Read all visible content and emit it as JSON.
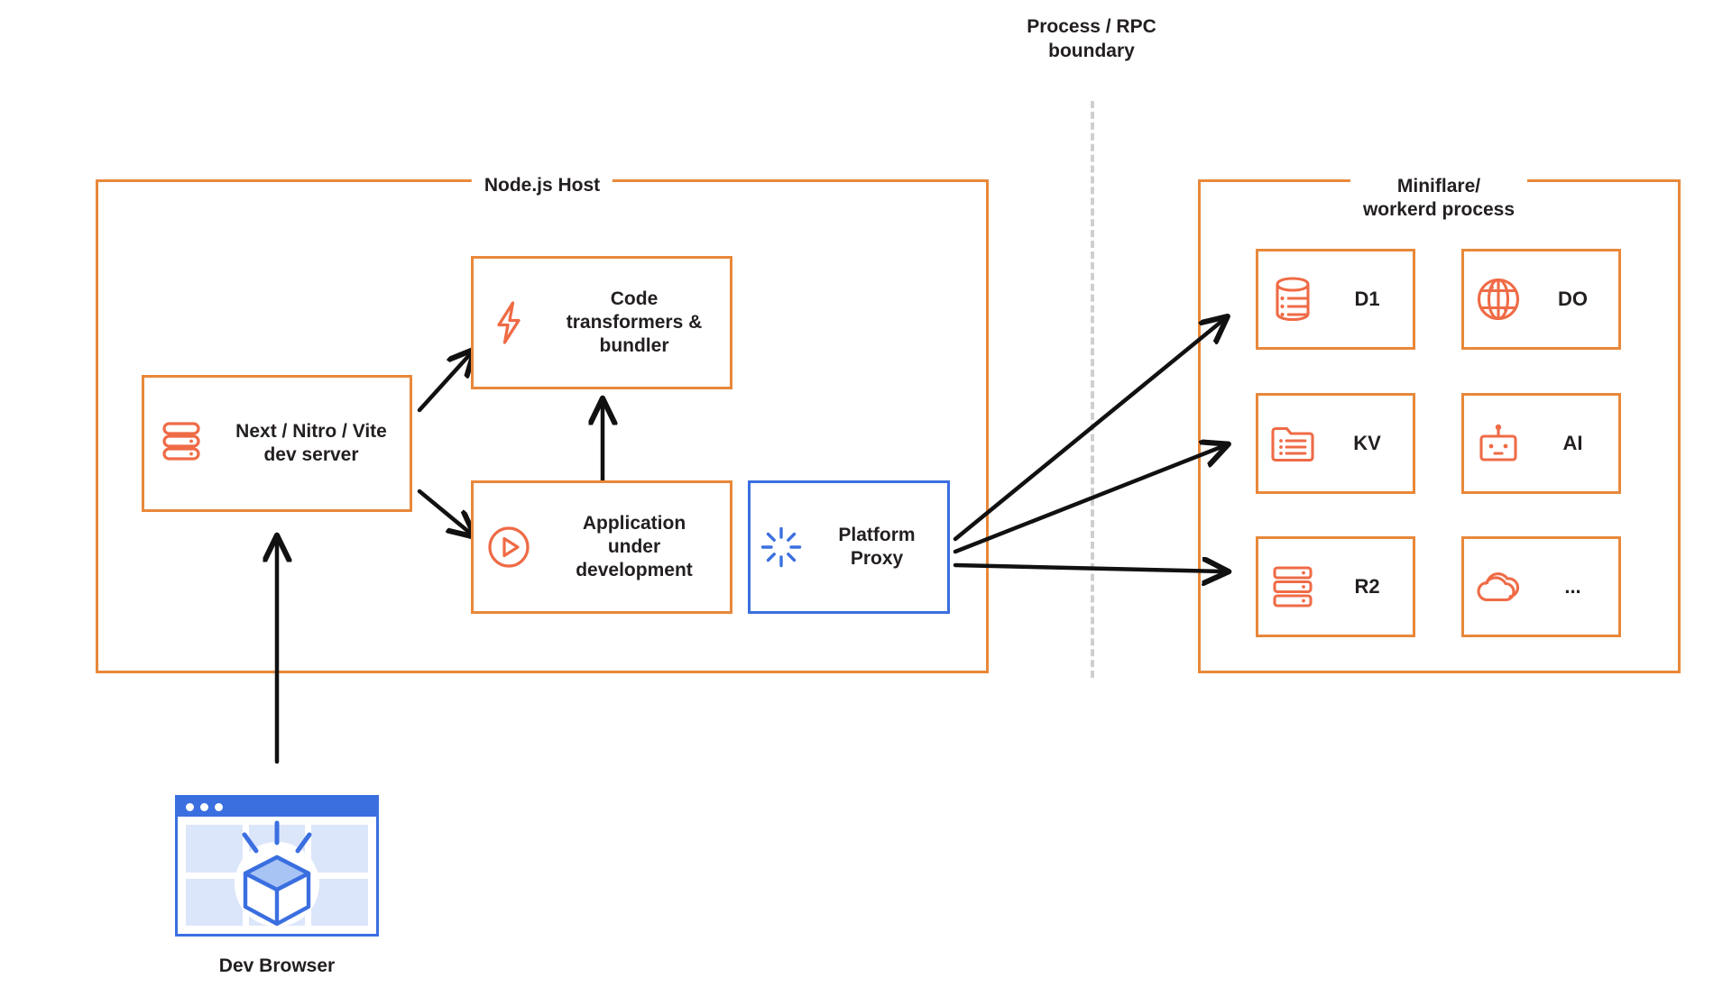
{
  "boundary": {
    "label": "Process / RPC\nboundary"
  },
  "groups": [
    {
      "id": "node-host",
      "title": "Node.js Host"
    },
    {
      "id": "miniflare",
      "title": "Miniflare/\nworkerd process"
    }
  ],
  "host_nodes": [
    {
      "id": "dev-server",
      "icon": "database-stack-icon",
      "label": "Next / Nitro / Vite\ndev server",
      "color": "#ef6b46"
    },
    {
      "id": "code-transformers",
      "icon": "lightning-bolt-icon",
      "label": "Code\ntransformers &\nbundler",
      "color": "#ef6b46"
    },
    {
      "id": "app-under-dev",
      "icon": "play-circle-icon",
      "label": "Application\nunder\ndevelopment",
      "color": "#ef6b46"
    },
    {
      "id": "platform-proxy",
      "icon": "burst-spinner-icon",
      "label": "Platform\nProxy",
      "color": "#3b6fe0"
    }
  ],
  "bindings": [
    {
      "id": "d1",
      "icon": "database-list-icon",
      "label": "D1"
    },
    {
      "id": "do",
      "icon": "globe-icon",
      "label": "DO"
    },
    {
      "id": "kv",
      "icon": "folder-list-icon",
      "label": "KV"
    },
    {
      "id": "ai",
      "icon": "robot-icon",
      "label": "AI"
    },
    {
      "id": "r2",
      "icon": "server-racks-icon",
      "label": "R2"
    },
    {
      "id": "more",
      "icon": "cloudflare-cloud-icon",
      "label": "..."
    }
  ],
  "browser": {
    "caption": "Dev Browser",
    "icon": "cube-icon"
  },
  "colors": {
    "orange_border": "#e8883a",
    "orange_icon": "#ef6b46",
    "blue": "#3b6fe0",
    "blue_pane": "#dce6fa",
    "dashed_gray": "#cfcfcf",
    "text": "#231f20"
  }
}
